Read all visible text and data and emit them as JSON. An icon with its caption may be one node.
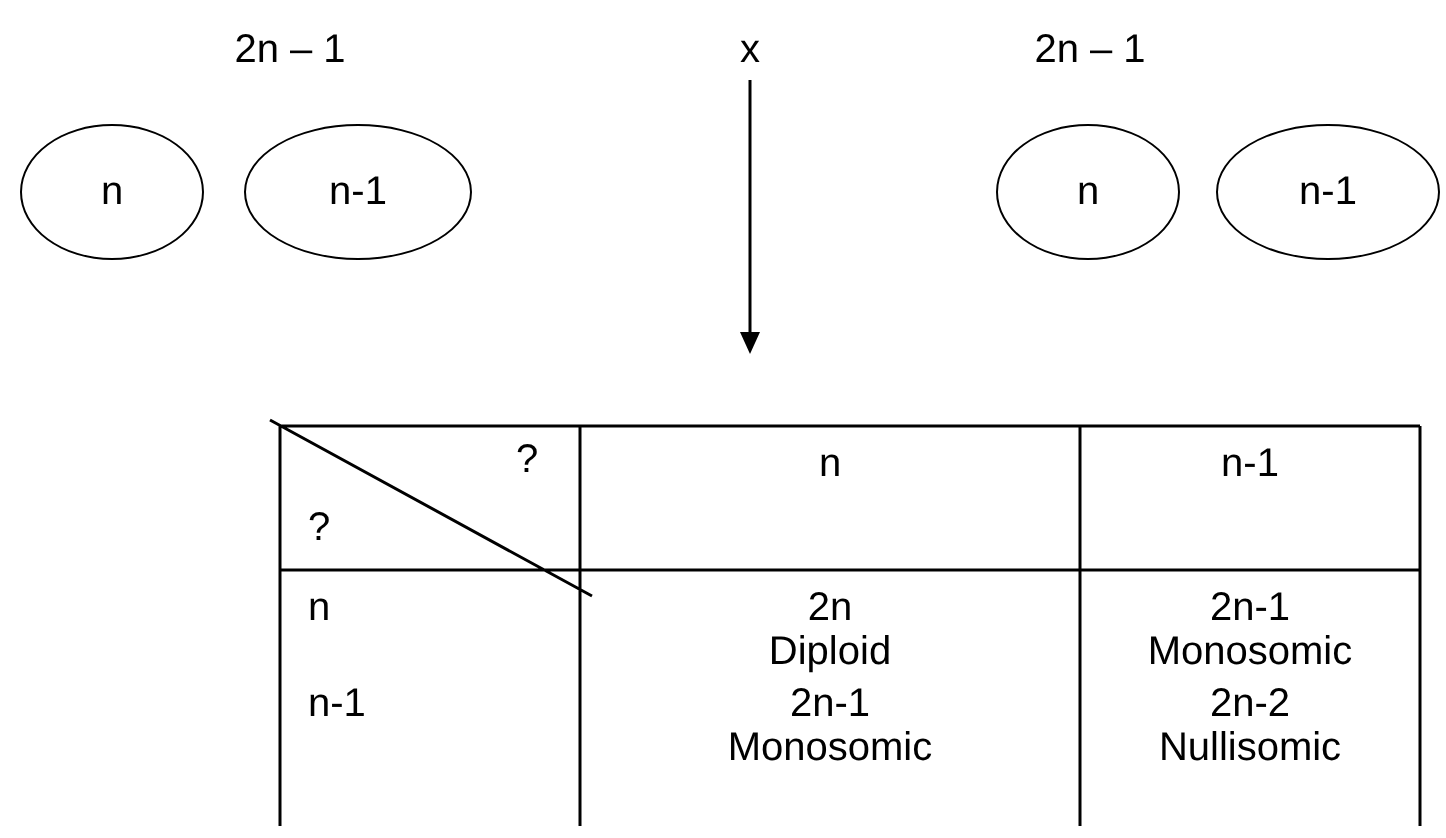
{
  "diagram": {
    "nodes": [
      {
        "text": [
          "n"
        ]
      },
      {
        "text": [
          "n-1"
        ]
      },
      {
        "text": [
          "n"
        ]
      },
      {
        "text": [
          "n-1"
        ]
      }
    ],
    "labels": [
      "2n – 1",
      "x",
      "2n – 1",
      "?",
      "?",
      "n",
      "n-1",
      "n",
      "2n",
      "Diploid",
      "2n-1",
      "Monosomic",
      "n-1",
      "2n-1",
      "Monosomic",
      "2n-2",
      "Nullisomic"
    ]
  }
}
